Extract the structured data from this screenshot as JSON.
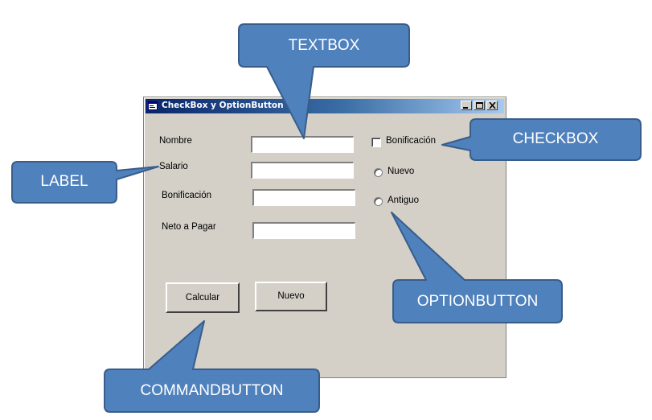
{
  "window": {
    "title": "CheckBox y OptionButton",
    "controls": [
      "minimize",
      "maximize",
      "close"
    ]
  },
  "form": {
    "labels": {
      "nombre": "Nombre",
      "salario": "Salario",
      "bonificacion": "Bonificación",
      "neto": "Neto a Pagar"
    },
    "textboxes": {
      "nombre": "",
      "salario": "",
      "bonificacion": "",
      "neto": ""
    },
    "checkbox": {
      "label": "Bonificación",
      "checked": false
    },
    "options": [
      {
        "label": "Nuevo",
        "selected": false
      },
      {
        "label": "Antiguo",
        "selected": false
      }
    ],
    "buttons": {
      "calcular": "Calcular",
      "nuevo": "Nuevo"
    }
  },
  "callouts": {
    "textbox": "TEXTBOX",
    "checkbox": "CHECKBOX",
    "label": "LABEL",
    "optionbutton": "OPTIONBUTTON",
    "commandbutton": "COMMANDBUTTON"
  },
  "colors": {
    "callout_fill": "#4f81bd",
    "callout_stroke": "#385d8a",
    "window_face": "#d4d0c8",
    "titlebar_start": "#0a246a",
    "titlebar_end": "#a6caf0"
  }
}
